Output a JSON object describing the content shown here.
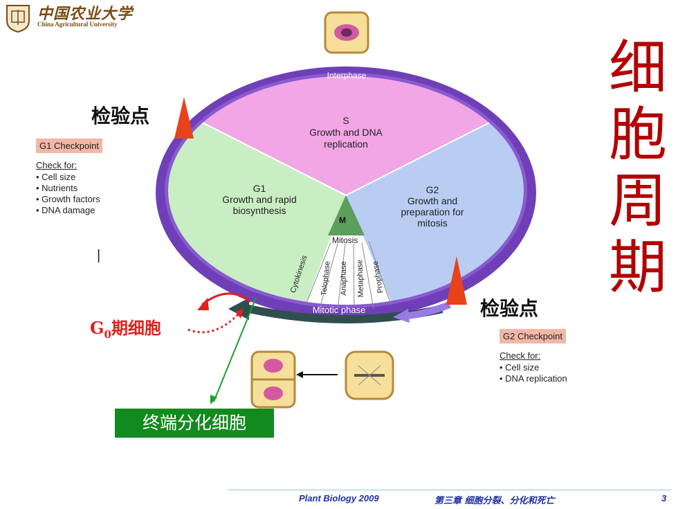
{
  "logo": {
    "cn": "中国农业大学",
    "en": "China Agricultural University"
  },
  "vertical_title": [
    "细",
    "胞",
    "周",
    "期"
  ],
  "cycle": {
    "interphase": "Interphase",
    "s_phase": {
      "letter": "S",
      "line1": "Growth and DNA",
      "line2": "replication"
    },
    "g1_phase": {
      "letter": "G1",
      "line1": "Growth and rapid",
      "line2": "biosynthesis"
    },
    "g2_phase": {
      "letter": "G2",
      "line1": "Growth and",
      "line2": "preparation for",
      "line3": "mitosis"
    },
    "m_phase": "M",
    "mitosis": "Mitosis",
    "stages": [
      "Cytokinesis",
      "Telophase",
      "Anaphase",
      "Metaphase",
      "Prophase"
    ],
    "mitotic_phase": "Mitotic phase"
  },
  "g1_checkpoint": {
    "title": "G1 Checkpoint",
    "check_for": "Check for:",
    "items": [
      "Cell size",
      "Nutrients",
      "Growth factors",
      "DNA damage"
    ]
  },
  "g2_checkpoint": {
    "title": "G2 Checkpoint",
    "check_for": "Check for:",
    "items": [
      "Cell size",
      "DNA replication"
    ]
  },
  "checkpoint_label": "检验点",
  "g0_label": {
    "g": "G",
    "sub": "0",
    "rest": "期细胞"
  },
  "terminal_label": "终端分化细胞",
  "footer": {
    "course": "Plant Biology  2009",
    "chapter": "第三章 细胞分裂、分化和死亡",
    "page": "3"
  },
  "colors": {
    "s": "#f2a6e6",
    "g1": "#c9eec3",
    "g2": "#b9cdf3",
    "ring": "#6f3fb8",
    "red": "#e12020",
    "green": "#138a1e"
  }
}
